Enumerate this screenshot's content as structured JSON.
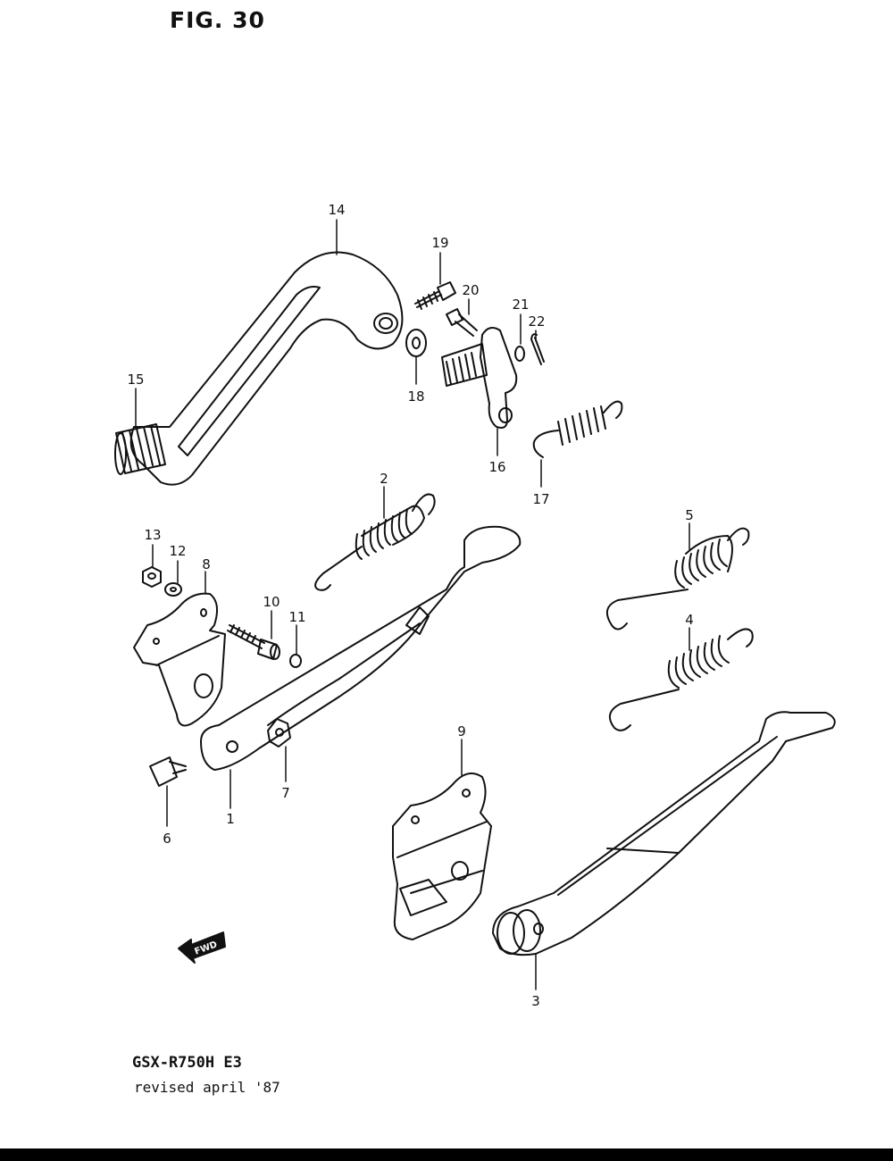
{
  "figure": {
    "title": "FIG. 30",
    "model": "GSX-R750H E3",
    "revision": "revised april '87",
    "fwd_label": "FWD"
  },
  "parts": [
    {
      "id": "1",
      "name": "part-1-sidestand-bracket-arm"
    },
    {
      "id": "2",
      "name": "part-2-spring"
    },
    {
      "id": "3",
      "name": "part-3-side-stand"
    },
    {
      "id": "4",
      "name": "part-4-spring"
    },
    {
      "id": "5",
      "name": "part-5-spring"
    },
    {
      "id": "6",
      "name": "part-6-bolt"
    },
    {
      "id": "7",
      "name": "part-7-nut"
    },
    {
      "id": "8",
      "name": "part-8-bracket"
    },
    {
      "id": "9",
      "name": "part-9-bracket"
    },
    {
      "id": "10",
      "name": "part-10-bolt"
    },
    {
      "id": "11",
      "name": "part-11-cap"
    },
    {
      "id": "12",
      "name": "part-12-washer"
    },
    {
      "id": "13",
      "name": "part-13-nut"
    },
    {
      "id": "14",
      "name": "part-14-brake-pedal"
    },
    {
      "id": "15",
      "name": "part-15-rubber"
    },
    {
      "id": "16",
      "name": "part-16-lever"
    },
    {
      "id": "17",
      "name": "part-17-spring"
    },
    {
      "id": "18",
      "name": "part-18-washer"
    },
    {
      "id": "19",
      "name": "part-19-bolt"
    },
    {
      "id": "20",
      "name": "part-20-pin"
    },
    {
      "id": "21",
      "name": "part-21-washer"
    },
    {
      "id": "22",
      "name": "part-22-cotter-pin"
    }
  ],
  "colors": {
    "line": "#111111",
    "background": "#ffffff"
  }
}
